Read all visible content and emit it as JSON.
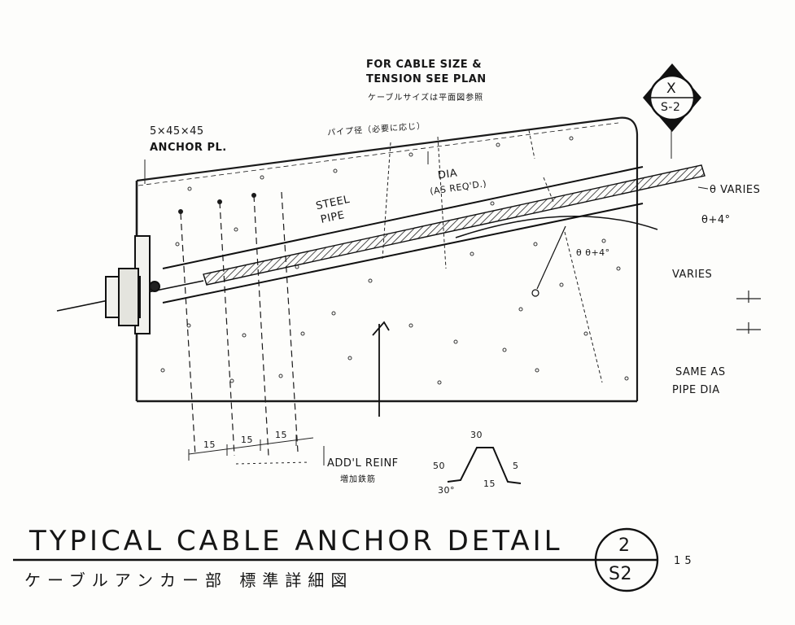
{
  "notes": {
    "cable_line1": "FOR CABLE SIZE &",
    "cable_line2": "TENSION SEE PLAN",
    "cable_jp": "ケーブルサイズは平面図参照",
    "pipe_jp": "パイプ径（必要に応じ）",
    "anchor_plate_line1": "5×45×45",
    "anchor_plate_line2": "ANCHOR PL.",
    "steel_pipe_line1": "STEEL",
    "steel_pipe_line2": "PIPE",
    "dia_line1": "DIA",
    "dia_line2": "(AS REQ'D.)",
    "theta_varies": "θ VARIES",
    "theta_plus4": "θ+4°",
    "theta_pair": "θ  θ+4°",
    "varies": "VARIES",
    "same_as_line1": "SAME AS",
    "same_as_line2": "PIPE DIA",
    "addl_reinf": "ADD'L REINF",
    "addl_reinf_jp": "増加鉄筋"
  },
  "dimensions": {
    "spacing_a": "15",
    "spacing_b": "15",
    "spacing_c": "15",
    "bend_top": "30",
    "bend_left": "50",
    "bend_right": "5",
    "bend_base_angle": "30°",
    "bend_base_len": "15"
  },
  "title_block": {
    "title": "TYPICAL CABLE ANCHOR DETAIL",
    "subtitle_jp": "ケーブルアンカー部 標準詳細図",
    "detail_number": "2",
    "detail_sheet": "S2",
    "scale_label": "1 5"
  },
  "section_marker": {
    "letter": "X",
    "sheet": "S-2"
  }
}
